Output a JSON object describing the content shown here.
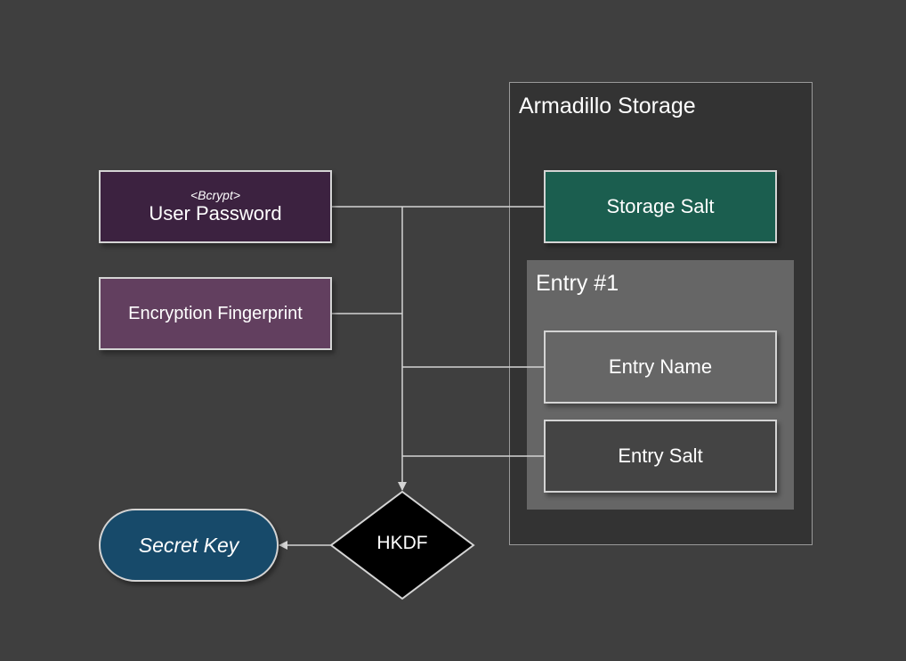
{
  "diagram": {
    "storage": {
      "title": "Armadillo Storage",
      "storage_salt": "Storage Salt",
      "entry": {
        "title": "Entry #1",
        "name": "Entry Name",
        "salt": "Entry Salt"
      }
    },
    "user_password": {
      "annotation": "<Bcrypt>",
      "label": "User Password"
    },
    "encryption_fingerprint": "Encryption Fingerprint",
    "hkdf": "HKDF",
    "secret_key": "Secret Key"
  },
  "colors": {
    "background": "#3f3f3f",
    "storage_container": "#333333",
    "entry_container": "#666666",
    "user_password": "#3c2240",
    "encryption_fingerprint": "#623f5f",
    "storage_salt": "#1b5e4f",
    "entry_name": "#666666",
    "entry_salt": "#444444",
    "hkdf": "#000000",
    "secret_key": "#174a6a",
    "connector": "#d4d4d4"
  }
}
